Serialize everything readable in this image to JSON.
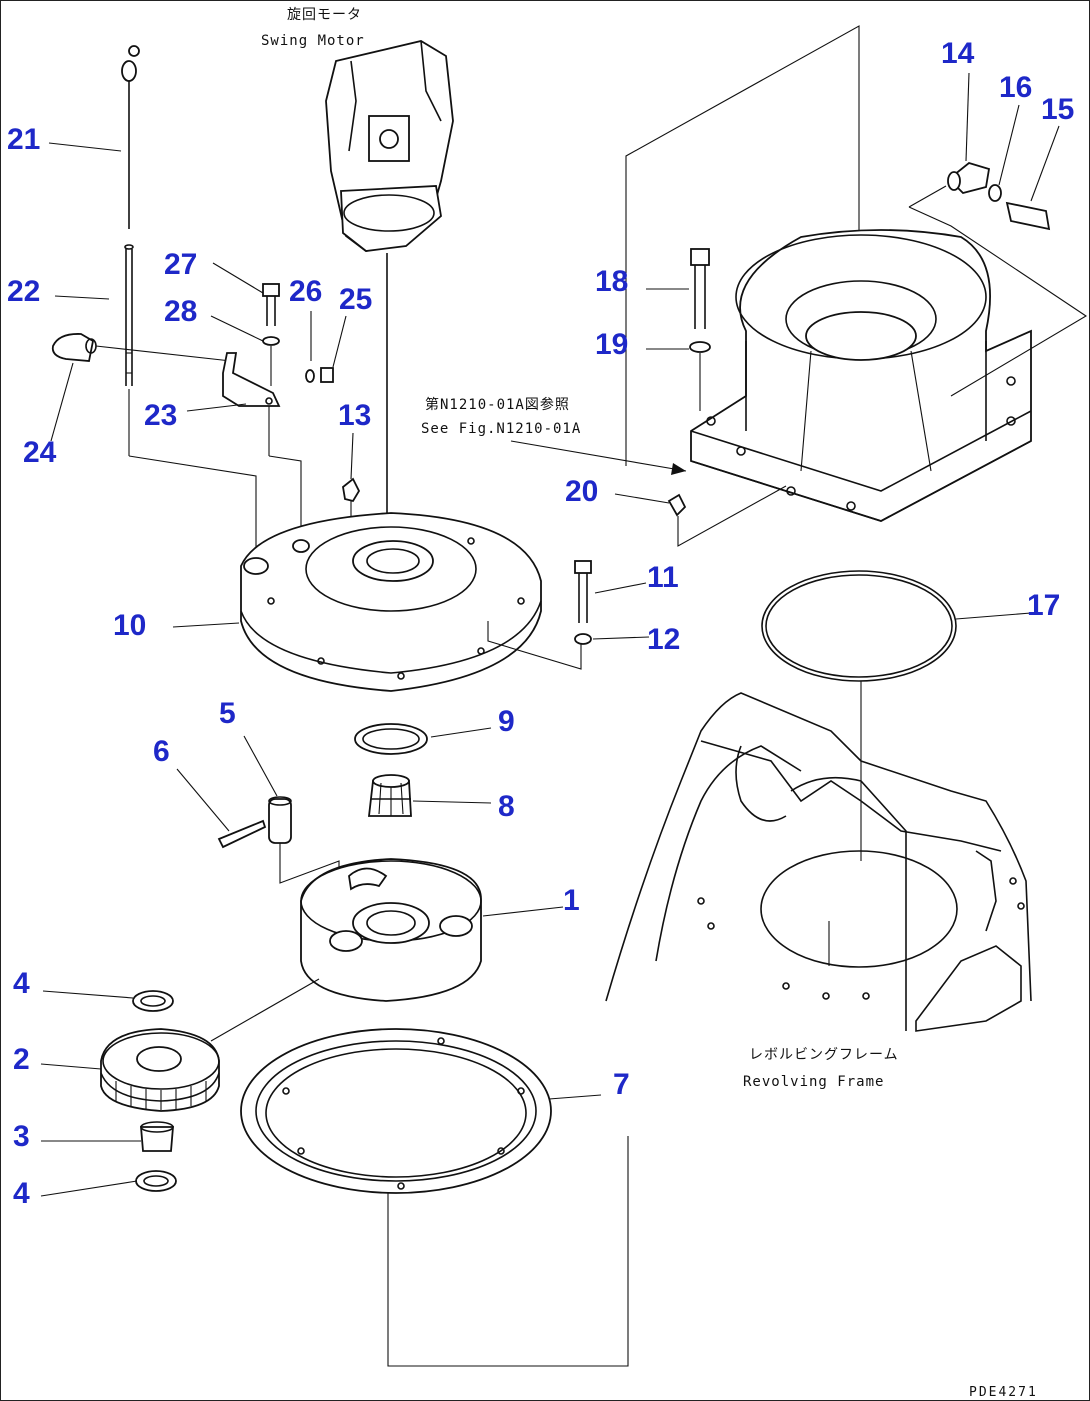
{
  "colors": {
    "callout": "#1e28c8",
    "line": "#111111"
  },
  "labels": {
    "swing_motor_jp": "旋回モータ",
    "swing_motor_en": "Swing Motor",
    "see_fig_jp": "第N1210-01A図参照",
    "see_fig_en": "See Fig.N1210-01A",
    "revolving_frame_jp": "レボルビングフレーム",
    "revolving_frame_en": "Revolving Frame",
    "figure_code": "PDE4271"
  },
  "callouts": {
    "c1": "1",
    "c2": "2",
    "c3": "3",
    "c4a": "4",
    "c4b": "4",
    "c5": "5",
    "c6": "6",
    "c7": "7",
    "c8": "8",
    "c9": "9",
    "c10": "10",
    "c11": "11",
    "c12": "12",
    "c13": "13",
    "c14": "14",
    "c15": "15",
    "c16": "16",
    "c17": "17",
    "c18": "18",
    "c19": "19",
    "c20": "20",
    "c21": "21",
    "c22": "22",
    "c23": "23",
    "c24": "24",
    "c25": "25",
    "c26": "26",
    "c27": "27",
    "c28": "28"
  }
}
